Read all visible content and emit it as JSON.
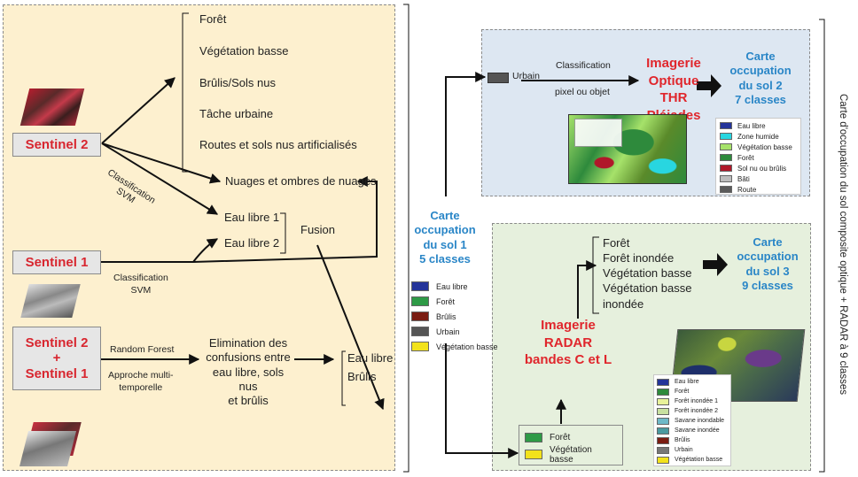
{
  "left": {
    "sentinel2": "Sentinel 2",
    "sentinel1": "Sentinel 1",
    "sentinel21": [
      "Sentinel 2",
      "+",
      "Sentinel 1"
    ],
    "classes_top": [
      "Forêt",
      "Végétation basse",
      "Brûlis/Sols nus",
      "Tâche urbaine",
      "Routes et sols nus artificialisés"
    ],
    "nuages": "Nuages et ombres de nuages",
    "eau_libre_1": "Eau libre 1",
    "eau_libre_2": "Eau libre 2",
    "fusion": "Fusion",
    "classif_svm_1": "Classification SVM",
    "classif_svm_2": [
      "Classification",
      "SVM"
    ],
    "random_forest": "Random Forest",
    "approche": [
      "Approche multi-",
      "temporelle"
    ],
    "elimination": [
      "Elimination des",
      "confusions entre",
      "eau libre, sols nus",
      "et brûlis"
    ],
    "eau_libre": "Eau libre",
    "brulis": "Brûlis"
  },
  "middle": {
    "carte1": [
      "Carte",
      "occupation",
      "du sol 1",
      "5 classes"
    ],
    "legend": [
      {
        "label": "Eau libre",
        "color": "#24349a"
      },
      {
        "label": "Forêt",
        "color": "#2e9a46"
      },
      {
        "label": "Brûlis",
        "color": "#7a1c12"
      },
      {
        "label": "Urbain",
        "color": "#555555"
      },
      {
        "label": "Végétation basse",
        "color": "#f2e21c"
      }
    ]
  },
  "top_right": {
    "urbain": "Urbain",
    "classification": "Classification",
    "pixel_objet": "pixel ou objet",
    "imagerie": [
      "Imagerie",
      "Optique THR",
      "Pléiades"
    ],
    "carte2": [
      "Carte",
      "occupation",
      "du sol 2",
      "7 classes"
    ],
    "legend": [
      {
        "label": "Eau libre",
        "color": "#24349a"
      },
      {
        "label": "Zone humide",
        "color": "#28d6e0"
      },
      {
        "label": "Végétation basse",
        "color": "#a6e26a"
      },
      {
        "label": "Forêt",
        "color": "#2e8a3c"
      },
      {
        "label": "Sol nu ou brûlis",
        "color": "#b0182a"
      },
      {
        "label": "Bâti",
        "color": "#bdbdbd"
      },
      {
        "label": "Route",
        "color": "#5a5a5a"
      }
    ]
  },
  "bottom_right": {
    "classes": [
      "Forêt",
      "Forêt inondée",
      "Végétation basse",
      "Végétation basse",
      "inondée"
    ],
    "carte3": [
      "Carte",
      "occupation",
      "du sol 3",
      "9 classes"
    ],
    "imagerie": [
      "Imagerie",
      "RADAR",
      "bandes C et L"
    ],
    "input_legend": [
      {
        "label": "Forêt",
        "color": "#2e9a46"
      },
      {
        "label": "Végétation basse",
        "color": "#f2e21c"
      }
    ],
    "legend": [
      {
        "label": "Eau libre",
        "color": "#24349a"
      },
      {
        "label": "Forêt",
        "color": "#2e8a3c"
      },
      {
        "label": "Forêt inondée 1",
        "color": "#e8f29a"
      },
      {
        "label": "Forêt inondée 2",
        "color": "#c8e0a0"
      },
      {
        "label": "Savane inondable",
        "color": "#6fb9c8"
      },
      {
        "label": "Savane inondée",
        "color": "#4a9aa0"
      },
      {
        "label": "Brûlis",
        "color": "#7a1c12"
      },
      {
        "label": "Urbain",
        "color": "#777777"
      },
      {
        "label": "Végétation basse",
        "color": "#f2e21c"
      }
    ]
  },
  "side_title": "Carte d'occupation du sol composite optique + RADAR à 9 classes"
}
